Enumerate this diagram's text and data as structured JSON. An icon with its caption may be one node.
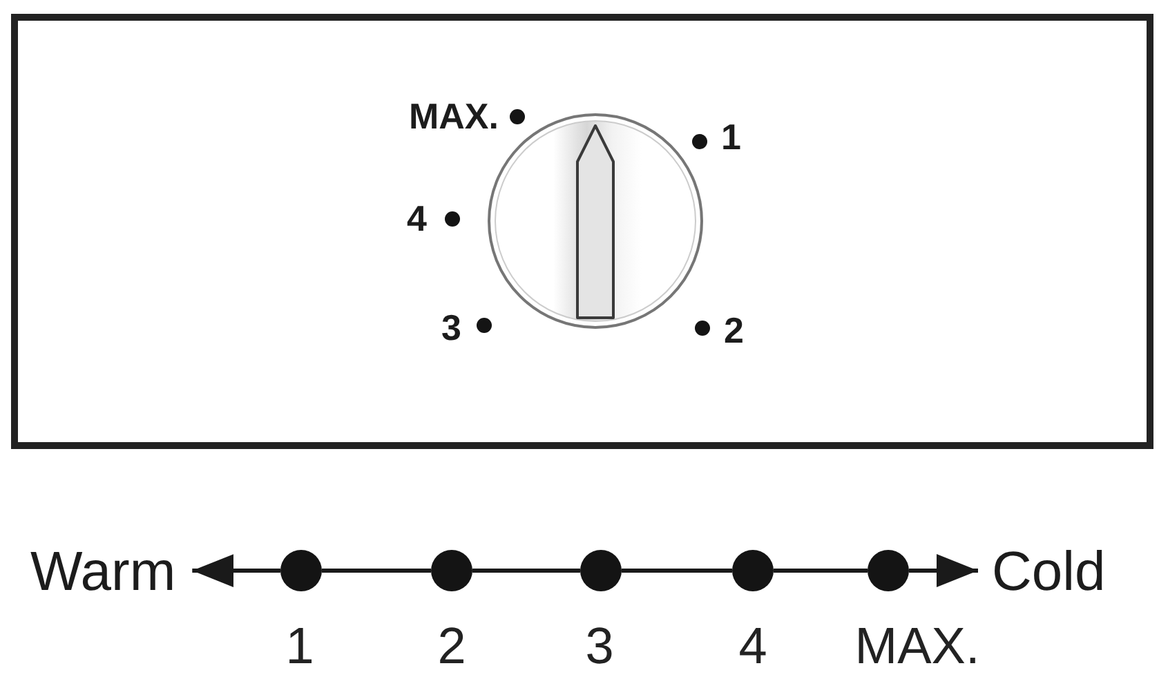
{
  "diagram": {
    "nodes": [
      {
        "text": [],
        "shape": "box"
      },
      {
        "text": [],
        "shape": "circle",
        "in": 0
      },
      {
        "text": [],
        "shape": "circle",
        "in": 0,
        "beside": [
          "MAX."
        ]
      },
      {
        "text": [],
        "shape": "circle",
        "in": 0,
        "beside": [
          "1"
        ]
      },
      {
        "text": [],
        "shape": "circle",
        "in": 0,
        "beside": [
          "4"
        ]
      },
      {
        "text": [],
        "shape": "circle",
        "in": 0,
        "beside": [
          "3"
        ]
      },
      {
        "text": [],
        "shape": "circle",
        "in": 0,
        "beside": [
          "2"
        ]
      },
      {
        "text": [
          "Warm"
        ]
      },
      {
        "text": [],
        "shape": "circle",
        "beside": [
          "1"
        ]
      },
      {
        "text": [],
        "shape": "circle",
        "beside": [
          "2"
        ]
      },
      {
        "text": [],
        "shape": "circle",
        "beside": [
          "3"
        ]
      },
      {
        "text": [],
        "shape": "circle",
        "beside": [
          "4"
        ]
      },
      {
        "text": [],
        "shape": "circle",
        "beside": [
          "MAX."
        ]
      },
      {
        "text": [
          "Cold"
        ]
      }
    ],
    "edges": [
      {
        "from": 8,
        "to": 7,
        "arrow": "to"
      },
      {
        "from": 8,
        "to": 9,
        "arrow": "none"
      },
      {
        "from": 9,
        "to": 10,
        "arrow": "none"
      },
      {
        "from": 10,
        "to": 11,
        "arrow": "none"
      },
      {
        "from": 11,
        "to": 12,
        "arrow": "none"
      },
      {
        "from": 12,
        "to": 13,
        "arrow": "to"
      }
    ]
  }
}
